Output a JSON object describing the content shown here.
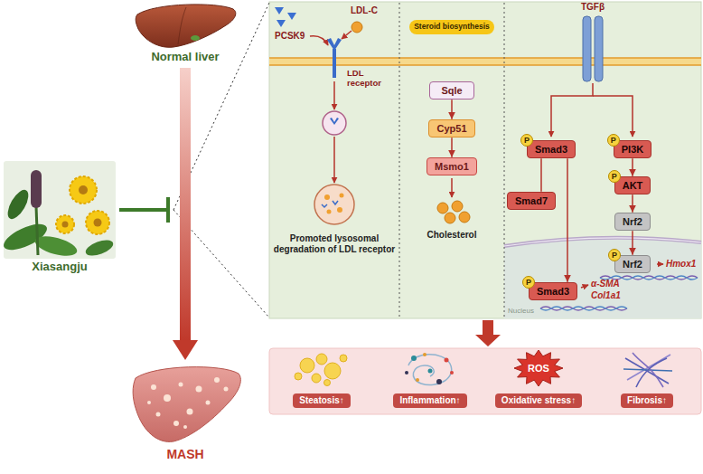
{
  "diagram": {
    "nodes": [
      {
        "text": [
          "Normal liver"
        ]
      },
      {
        "text": [
          "Xiasangju"
        ]
      },
      {
        "text": [
          "MASH"
        ]
      },
      {
        "text": [
          "Steroid biosynthesis"
        ]
      },
      {
        "text": [
          "Sqle"
        ]
      },
      {
        "text": [
          "Cyp51"
        ]
      },
      {
        "text": [
          "Msmo1"
        ]
      },
      {
        "text": [
          "P"
        ]
      },
      {
        "text": [
          "Smad3"
        ]
      },
      {
        "text": [
          "P"
        ]
      },
      {
        "text": [
          "PI3K"
        ]
      },
      {
        "text": [
          "Smad7"
        ]
      },
      {
        "text": [
          "P"
        ]
      },
      {
        "text": [
          "AKT"
        ]
      },
      {
        "text": [
          "Nrf2"
        ]
      },
      {
        "text": [
          "P"
        ]
      },
      {
        "text": [
          "Nrf2"
        ]
      },
      {
        "text": [
          "P"
        ]
      },
      {
        "text": [
          "Smad3"
        ]
      },
      {
        "text": [
          "Steatosis↑"
        ]
      },
      {
        "text": [
          "Inflammation↑"
        ]
      },
      {
        "text": [
          "ROS"
        ]
      },
      {
        "text": [
          "Oxidative stress↑"
        ]
      },
      {
        "text": [
          "Fibrosis↑"
        ]
      }
    ],
    "edges": [
      {
        "from": 0,
        "to": 2,
        "arrow": "to"
      },
      {
        "from": 4,
        "to": 5,
        "arrow": "to"
      },
      {
        "from": 5,
        "to": 6,
        "arrow": "to"
      },
      {
        "from": 8,
        "to": 11,
        "arrow": "none"
      },
      {
        "from": 8,
        "to": 18,
        "arrow": "to"
      },
      {
        "from": 10,
        "to": 13,
        "arrow": "to"
      },
      {
        "from": 13,
        "to": 14,
        "arrow": "to"
      },
      {
        "from": 14,
        "to": 16,
        "arrow": "to"
      }
    ],
    "labels": [
      "PCSK9",
      "LDL-C",
      "LDL receptor",
      "Promoted lysosomal degradation of LDL receptor",
      "Cholesterol",
      "TGFβ",
      "Hmox1",
      "α-SMA",
      "Col1a1",
      "Nucleus"
    ]
  }
}
